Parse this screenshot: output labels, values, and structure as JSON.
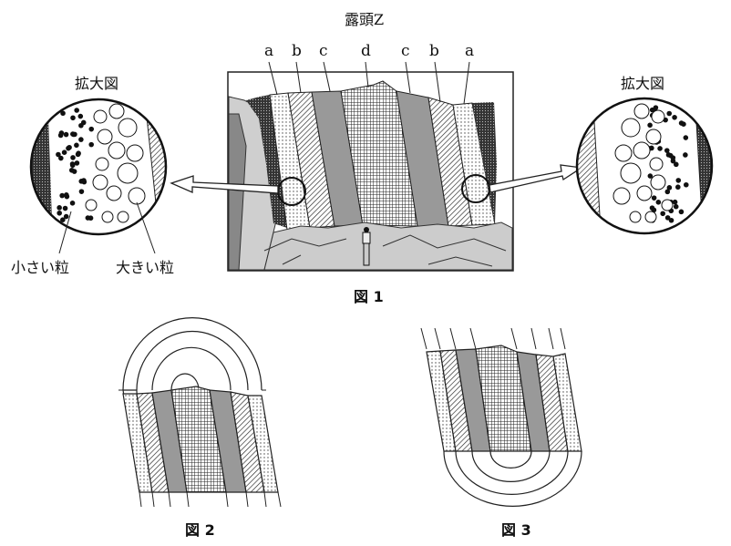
{
  "title": "露頭Z",
  "layer_labels": [
    "a",
    "b",
    "c",
    "d",
    "c",
    "b",
    "a"
  ],
  "magnified_label_left": "拡大図",
  "magnified_label_right": "拡大図",
  "small_grain_label": "小さい粒",
  "large_grain_label": "大きい粒",
  "figure1_caption": "図 1",
  "figure2_caption": "図 2",
  "figure3_caption": "図 3"
}
